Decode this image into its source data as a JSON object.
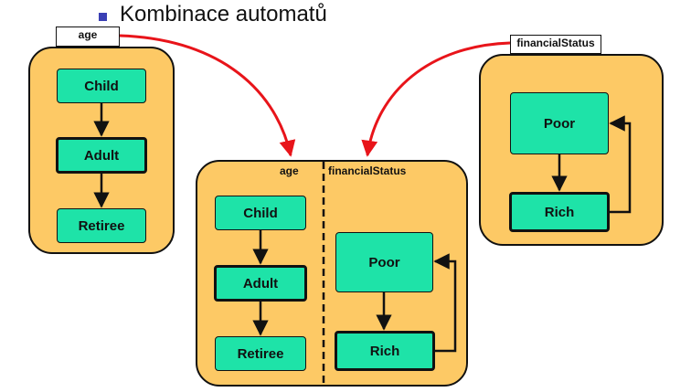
{
  "slide": {
    "heading": "Kombinace automatů"
  },
  "left_panel": {
    "tag": "age",
    "states": [
      "Child",
      "Adult",
      "Retiree"
    ]
  },
  "right_panel": {
    "tag": "financialStatus",
    "states": [
      "Poor",
      "Rich"
    ]
  },
  "combined_panel": {
    "age_label": "age",
    "financial_label": "financialStatus",
    "age_states": [
      "Child",
      "Adult",
      "Retiree"
    ],
    "financial_states": [
      "Poor",
      "Rich"
    ]
  },
  "colors": {
    "panel_fill": "#fdc965",
    "state_fill": "#1ee3a8",
    "connector_arrow": "#e8141a",
    "bullet": "#3a3fb4"
  }
}
